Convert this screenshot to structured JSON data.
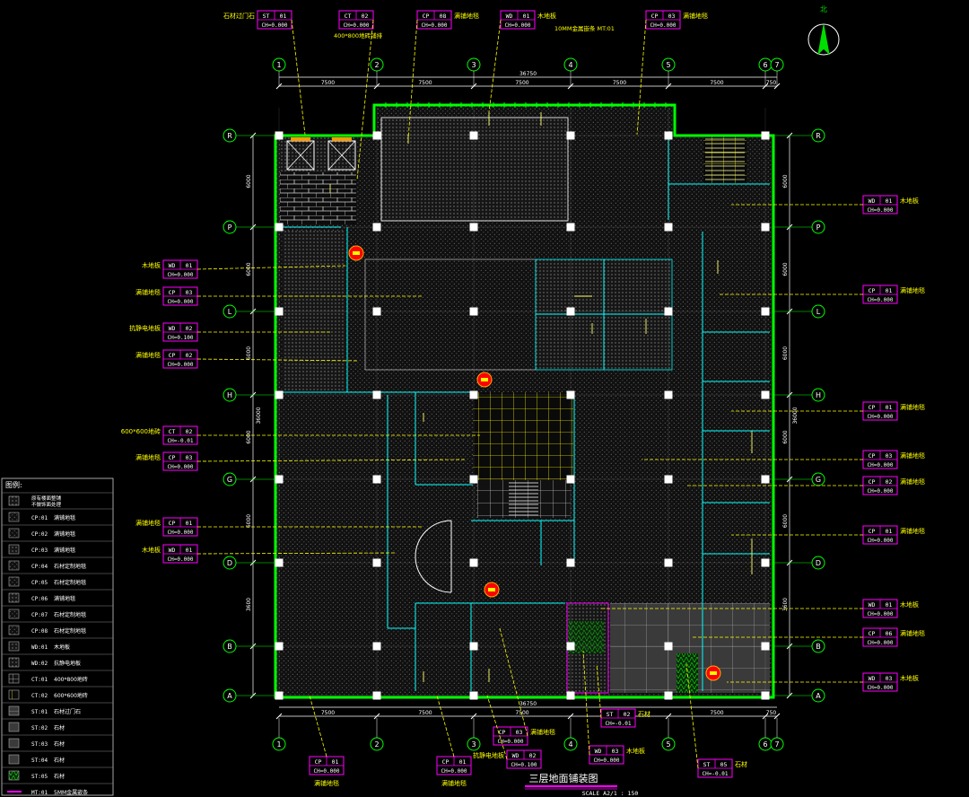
{
  "title": "三层地面铺装图",
  "scale": "SCALE  A2/1 : 150",
  "north_symbol": "北",
  "colors": {
    "background": "#000000",
    "wall": "#00ff00",
    "tag": "#ff00ff",
    "leader": "#ffff00",
    "annotation": "#ffff00",
    "dimension": "#ffffff",
    "axis_bubble": "#00ff00",
    "grid_line": "#ffffff",
    "partition": "#00ffff",
    "column": "#ffffff",
    "hatch": "#7a7a7a",
    "fire_marker": "#ff0000"
  },
  "column_axes": [
    "1",
    "2",
    "3",
    "4",
    "5",
    "6",
    "7"
  ],
  "row_axes": [
    "R",
    "P",
    "L",
    "H",
    "G",
    "D",
    "B",
    "A"
  ],
  "top_dims": {
    "total": "36750",
    "segments": [
      "7500",
      "7500",
      "7500",
      "7500",
      "7500",
      "750"
    ]
  },
  "bottom_dims": {
    "total": "36750",
    "segments": [
      "7500",
      "7500",
      "7500",
      "7500",
      "7500",
      "750"
    ]
  },
  "left_dims": {
    "total": "36000",
    "segments": [
      "6000",
      "6000",
      "6000",
      "6000",
      "6000",
      "3600"
    ]
  },
  "right_dims": {
    "total": "36000",
    "segments": [
      "6000",
      "6000",
      "6000",
      "6000",
      "6000",
      "3600"
    ]
  },
  "top_notes": [
    "400*800地砖铺排",
    "10MM金属嵌条 MT:01"
  ],
  "top_tags": [
    {
      "label": "石材过门石",
      "code": "ST",
      "num": "01",
      "ch": "CH=0.000"
    },
    {
      "label": "",
      "code": "CT",
      "num": "02",
      "ch": "CH=0.000"
    },
    {
      "label": "满铺地毯",
      "code": "CP",
      "num": "08",
      "ch": "CH=0.000"
    },
    {
      "label": "木地板",
      "code": "WD",
      "num": "01",
      "ch": "CH=0.000"
    },
    {
      "label": "满铺地毯",
      "code": "CP",
      "num": "03",
      "ch": "CH=0.000"
    }
  ],
  "left_tags": [
    {
      "label": "木地板",
      "code": "WD",
      "num": "01",
      "ch": "CH=0.000"
    },
    {
      "label": "满铺地毯",
      "code": "CP",
      "num": "03",
      "ch": "CH=0.000"
    },
    {
      "label": "抗静电地板",
      "code": "WD",
      "num": "02",
      "ch": "CH=0.100"
    },
    {
      "label": "满铺地毯",
      "code": "CP",
      "num": "02",
      "ch": "CH=0.000"
    },
    {
      "label": "600*600地砖",
      "code": "CT",
      "num": "02",
      "ch": "CH=-0.01"
    },
    {
      "label": "满铺地毯",
      "code": "CP",
      "num": "03",
      "ch": "CH=0.000"
    },
    {
      "label": "满铺地毯",
      "code": "CP",
      "num": "01",
      "ch": "CH=0.000"
    },
    {
      "label": "木地板",
      "code": "WD",
      "num": "01",
      "ch": "CH=0.000"
    }
  ],
  "right_tags": [
    {
      "label": "木地板",
      "code": "WD",
      "num": "01",
      "ch": "CH=0.000"
    },
    {
      "label": "满铺地毯",
      "code": "CP",
      "num": "01",
      "ch": "CH=0.000"
    },
    {
      "label": "满铺地毯",
      "code": "CP",
      "num": "01",
      "ch": "CH=0.000"
    },
    {
      "label": "满铺地毯",
      "code": "CP",
      "num": "03",
      "ch": "CH=0.000"
    },
    {
      "label": "满铺地毯",
      "code": "CP",
      "num": "02",
      "ch": "CH=0.000"
    },
    {
      "label": "满铺地毯",
      "code": "CP",
      "num": "01",
      "ch": "CH=0.000"
    },
    {
      "label": "木地板",
      "code": "WD",
      "num": "01",
      "ch": "CH=0.000"
    },
    {
      "label": "满铺地毯",
      "code": "CP",
      "num": "06",
      "ch": "CH=0.000"
    },
    {
      "label": "木地板",
      "code": "WD",
      "num": "03",
      "ch": "CH=0.000"
    }
  ],
  "bottom_tags": [
    {
      "label": "满铺地毯",
      "code": "CP",
      "num": "01",
      "ch": "CH=0.000"
    },
    {
      "label": "满铺地毯",
      "code": "CP",
      "num": "01",
      "ch": "CH=0.000"
    },
    {
      "label": "满铺地毯",
      "code": "CP",
      "num": "03",
      "ch": "CH=0.000"
    },
    {
      "label": "抗静电地板",
      "code": "WD",
      "num": "02",
      "ch": "CH=0.100"
    },
    {
      "label": "木地板",
      "code": "WD",
      "num": "03",
      "ch": "CH=0.000"
    },
    {
      "label": "石材",
      "code": "ST",
      "num": "02",
      "ch": "CH=-0.01"
    },
    {
      "label": "石材",
      "code": "ST",
      "num": "05",
      "ch": "CH=-0.01"
    }
  ],
  "legend": {
    "title": "图例:",
    "items": [
      {
        "code": "",
        "name": "原有楼面整铺\n不做饰面处理"
      },
      {
        "code": "CP:01",
        "name": "满铺地毯"
      },
      {
        "code": "CP:02",
        "name": "满铺地毯"
      },
      {
        "code": "CP:03",
        "name": "满铺地毯"
      },
      {
        "code": "CP:04",
        "name": "石材定制地毯"
      },
      {
        "code": "CP:05",
        "name": "石材定制地毯"
      },
      {
        "code": "CP:06",
        "name": "满铺地毯"
      },
      {
        "code": "CP:07",
        "name": "石材定制地毯"
      },
      {
        "code": "CP:08",
        "name": "石材定制地毯"
      },
      {
        "code": "WD:01",
        "name": "木地板"
      },
      {
        "code": "WD:02",
        "name": "抗静电地板"
      },
      {
        "code": "CT:01",
        "name": "400*800地砖"
      },
      {
        "code": "CT:02",
        "name": "600*600地砖"
      },
      {
        "code": "ST:01",
        "name": "石材过门石"
      },
      {
        "code": "ST:02",
        "name": "石材"
      },
      {
        "code": "ST:03",
        "name": "石材"
      },
      {
        "code": "ST:04",
        "name": "石材"
      },
      {
        "code": "ST:05",
        "name": "石材"
      },
      {
        "code": "MT:01",
        "name": "5MM金属嵌条"
      }
    ]
  }
}
